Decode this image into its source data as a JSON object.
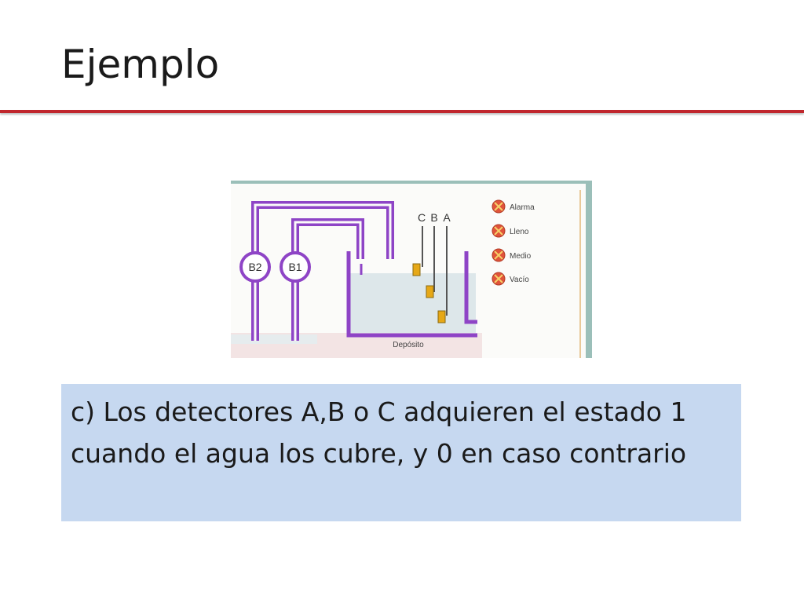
{
  "title": "Ejemplo",
  "diagram": {
    "pump_labels": [
      "B2",
      "B1"
    ],
    "sensor_labels": [
      "C",
      "B",
      "A"
    ],
    "indicators": [
      "Alarma",
      "Lleno",
      "Medio",
      "Vacío"
    ],
    "tank_label": "Depósito",
    "colors": {
      "pipe": "#8e44c6",
      "sensor": "#e6a817",
      "indicator": "#e0533a",
      "water": "#dde7ea"
    }
  },
  "caption": "c) Los detectores A,B o C adquieren el estado 1 cuando el agua los cubre, y 0 en caso contrario"
}
